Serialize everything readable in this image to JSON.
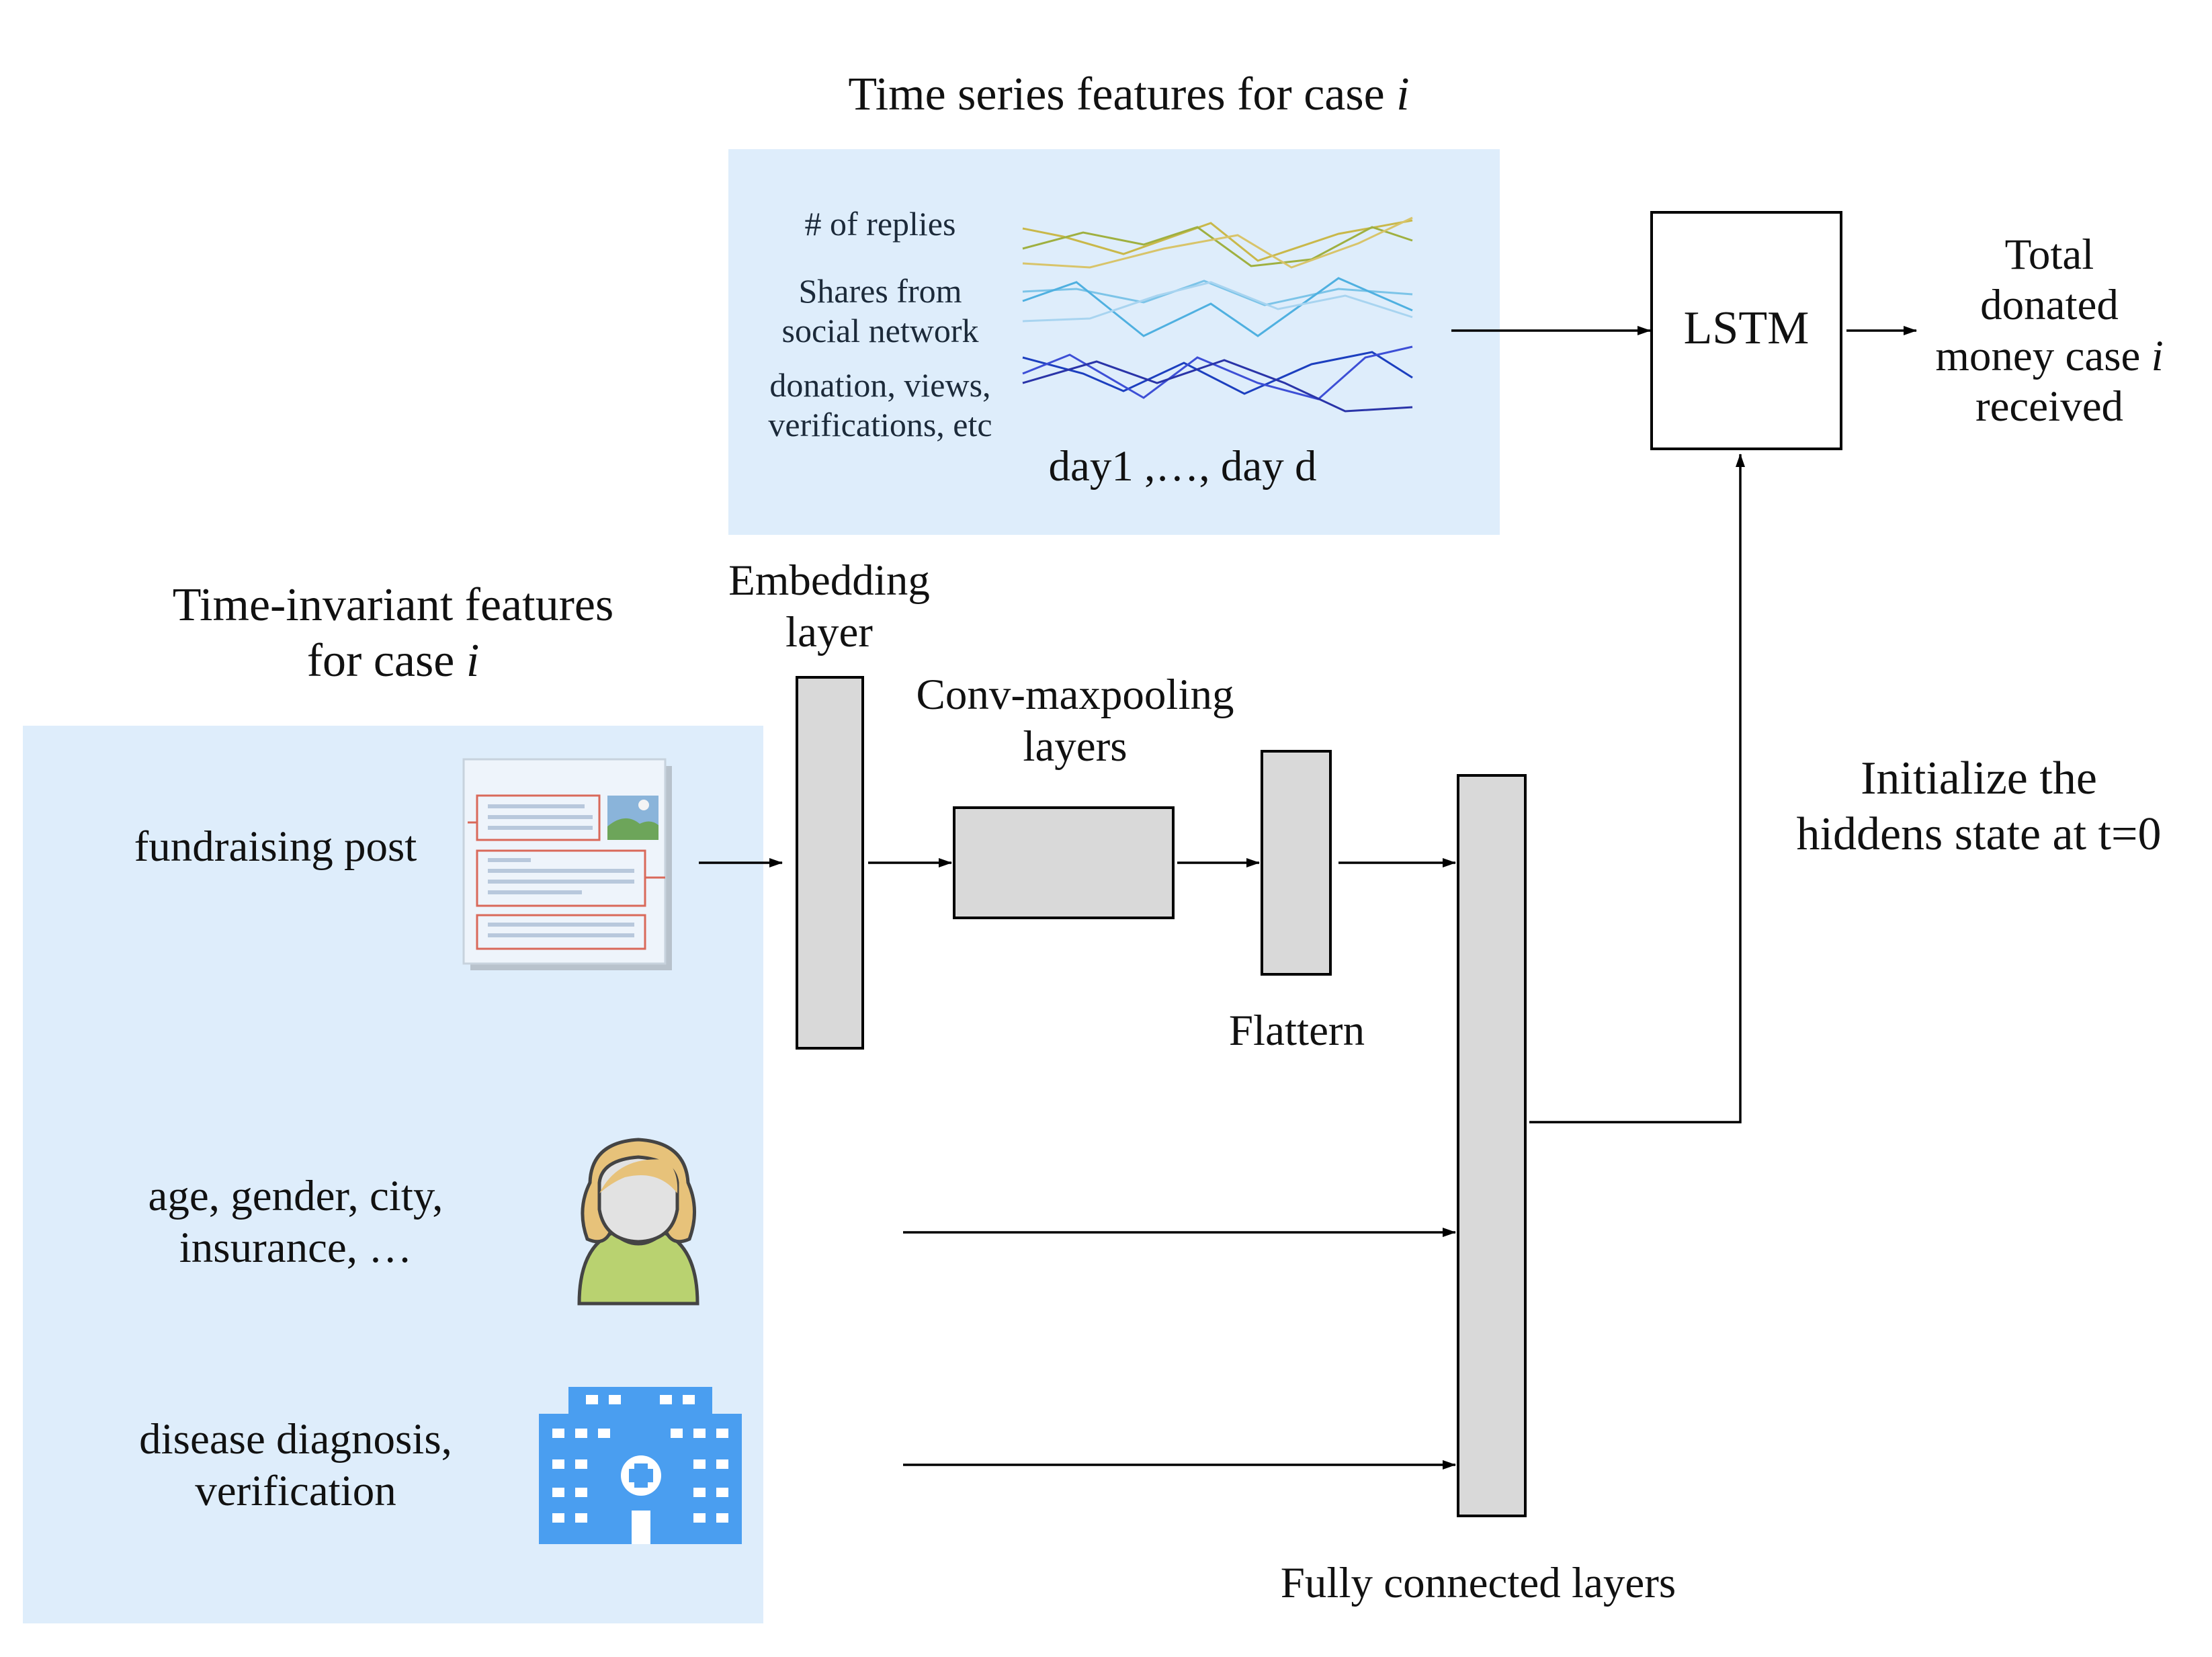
{
  "colors": {
    "panel_bg": "#deedfb",
    "block_fill": "#d9d9d9",
    "line": "#000000",
    "series_yellow": [
      "#c9b84a",
      "#9fb040",
      "#d8c46a"
    ],
    "series_lightblue": [
      "#7cc4e8",
      "#4fb0e0",
      "#a8d4f0"
    ],
    "series_darkblue": [
      "#1c3fbf",
      "#3d4fd6",
      "#2a34a8"
    ],
    "hospital": "#4a9ef0",
    "person_shirt": "#b9d270",
    "person_hair": "#e7c27a"
  },
  "time_series_panel": {
    "title": "Time series features for case",
    "title_var": "i",
    "label_replies": "# of replies",
    "label_shares_1": "Shares from",
    "label_shares_2": "social network",
    "label_donation_1": "donation, views,",
    "label_donation_2": "verifications, etc",
    "day_range": "day1 ,…, day d"
  },
  "lstm": {
    "label": "LSTM"
  },
  "output": {
    "line1": "Total",
    "line2": "donated",
    "line3": "money case",
    "line3_var": "i",
    "line4": "received"
  },
  "time_invariant_panel": {
    "title_1": "Time-invariant features",
    "title_2": "for case",
    "title_var": "i",
    "item_post": "fundraising post",
    "item_demo_1": "age, gender, city,",
    "item_demo_2": "insurance, …",
    "item_disease_1": "disease diagnosis,",
    "item_disease_2": "verification"
  },
  "layers": {
    "embedding_1": "Embedding",
    "embedding_2": "layer",
    "conv_1": "Conv-maxpooling",
    "conv_2": "layers",
    "flatten": "Flattern",
    "fully_connected": "Fully connected layers"
  },
  "init_note": {
    "line1": "Initialize the",
    "line2": "hiddens state at t=0"
  },
  "icons": {
    "post": "document-icon",
    "person": "person-icon",
    "hospital": "hospital-icon"
  }
}
